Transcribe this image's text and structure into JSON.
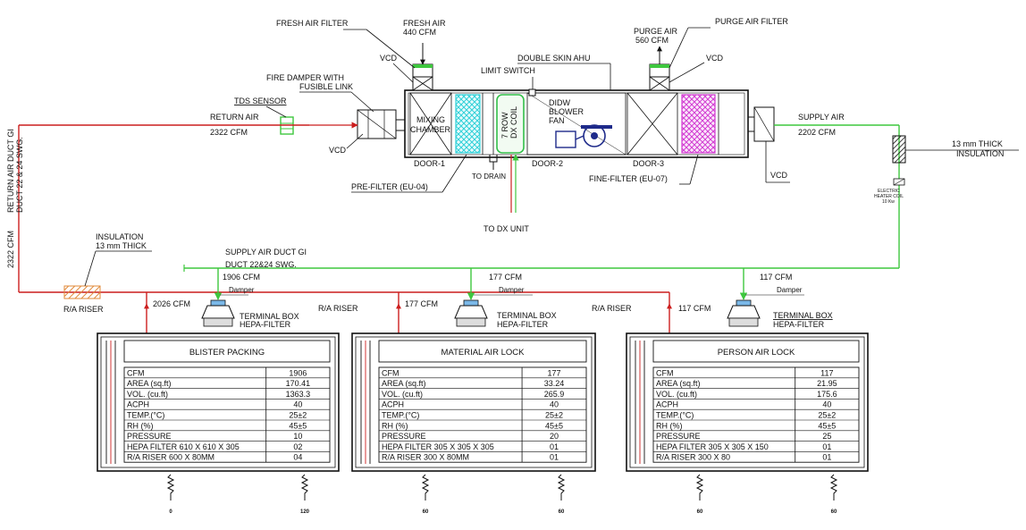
{
  "colors": {
    "return_air": "#cc1f1f",
    "supply_air": "#3ec73e",
    "prefilter": "#2fd0d8",
    "finefilter": "#d23cd2",
    "coil": "#33c04a",
    "blower": "#1e2a8a",
    "insulation": "#e08a3a",
    "terminal": "#7ab8e8",
    "line": "#111111"
  },
  "ahu": {
    "fresh_air_filter": "FRESH AIR FILTER",
    "fresh_air": "FRESH AIR",
    "fresh_air_cfm": "440 CFM",
    "purge_air": "PURGE AIR",
    "purge_air_cfm": "560 CFM",
    "purge_air_filter": "PURGE AIR FILTER",
    "vcd": "VCD",
    "double_skin": "DOUBLE SKIN AHU",
    "limit_switch": "LIMIT SWITCH",
    "fire_damper_1": "FIRE DAMPER WITH",
    "fire_damper_2": "FUSIBLE LINK",
    "tds_sensor": "TDS SENSOR",
    "return_air": "RETURN AIR",
    "return_air_cfm": "2322 CFM",
    "mixing_1": "MIXING",
    "mixing_2": "CHAMBER",
    "coil_1": "7 ROW",
    "coil_2": "DX COIL",
    "blower_1": "DIDW",
    "blower_2": "BLOWER",
    "blower_3": "FAN",
    "door1": "DOOR-1",
    "door2": "DOOR-2",
    "door3": "DOOR-3",
    "to_drain": "TO DRAIN",
    "pre_filter": "PRE-FILTER (EU-04)",
    "fine_filter": "FINE-FILTER (EU-07)",
    "to_dx_unit": "TO DX UNIT",
    "supply_air": "SUPPLY AIR",
    "supply_air_cfm": "2202 CFM",
    "insulation_right_1": "13 mm THICK",
    "insulation_right_2": "INSULATION",
    "heater_1": "ELECTRIC",
    "heater_2": "HEATER COIL",
    "heater_3": "10 Kw"
  },
  "ducts": {
    "return_duct_1": "RETURN AIR DUCT GI",
    "return_duct_2": "DUCT 22 & 24 SWG.",
    "return_duct_cfm": "2322 CFM",
    "insulation_left_1": "INSULATION",
    "insulation_left_2": "13 mm THICK",
    "supply_duct_1": "SUPPLY AIR DUCT GI",
    "supply_duct_2": "DUCT 22&24 SWG.",
    "branch1_cfm": "1906 CFM",
    "branch2_cfm": "177 CFM",
    "branch3_cfm": "117 CFM",
    "damper": "Damper",
    "ra_riser": "R/A RISER",
    "riser1_cfm": "2026 CFM",
    "riser2_cfm": "177 CFM",
    "riser3_cfm": "117 CFM",
    "terminal_box": "TERMINAL BOX",
    "hepa_filter": "HEPA-FILTER"
  },
  "rooms": [
    {
      "title": "BLISTER PACKING",
      "rows": [
        [
          "CFM",
          "1906"
        ],
        [
          "AREA (sq.ft)",
          "170.41"
        ],
        [
          "VOL. (cu.ft)",
          "1363.3"
        ],
        [
          "ACPH",
          "40"
        ],
        [
          "TEMP.(°C)",
          "25±2"
        ],
        [
          "RH (%)",
          "45±5"
        ],
        [
          "PRESSURE",
          "10"
        ],
        [
          "HEPA FILTER 610 X 610 X 305",
          "02"
        ],
        [
          "R/A RISER 600 X 80MM",
          "04"
        ]
      ],
      "bottom_left": "0",
      "bottom_right": "120"
    },
    {
      "title": "MATERIAL AIR LOCK",
      "rows": [
        [
          "CFM",
          "177"
        ],
        [
          "AREA (sq.ft)",
          "33.24"
        ],
        [
          "VOL. (cu.ft)",
          "265.9"
        ],
        [
          "ACPH",
          "40"
        ],
        [
          "TEMP.(°C)",
          "25±2"
        ],
        [
          "RH (%)",
          "45±5"
        ],
        [
          "PRESSURE",
          "20"
        ],
        [
          "HEPA FILTER 305 X 305 X 305",
          "01"
        ],
        [
          "R/A RISER 300 X 80MM",
          "01"
        ]
      ],
      "bottom_left": "60",
      "bottom_right": "60"
    },
    {
      "title": "PERSON AIR LOCK",
      "rows": [
        [
          "CFM",
          "117"
        ],
        [
          "AREA (sq.ft)",
          "21.95"
        ],
        [
          "VOL. (cu.ft)",
          "175.6"
        ],
        [
          "ACPH",
          "40"
        ],
        [
          "TEMP.(°C)",
          "25±2"
        ],
        [
          "RH (%)",
          "45±5"
        ],
        [
          "PRESSURE",
          "25"
        ],
        [
          "HEPA FILTER 305 X 305 X 150",
          "01"
        ],
        [
          "R/A RISER 300 X 80",
          "01"
        ]
      ],
      "bottom_left": "60",
      "bottom_right": "60"
    }
  ]
}
